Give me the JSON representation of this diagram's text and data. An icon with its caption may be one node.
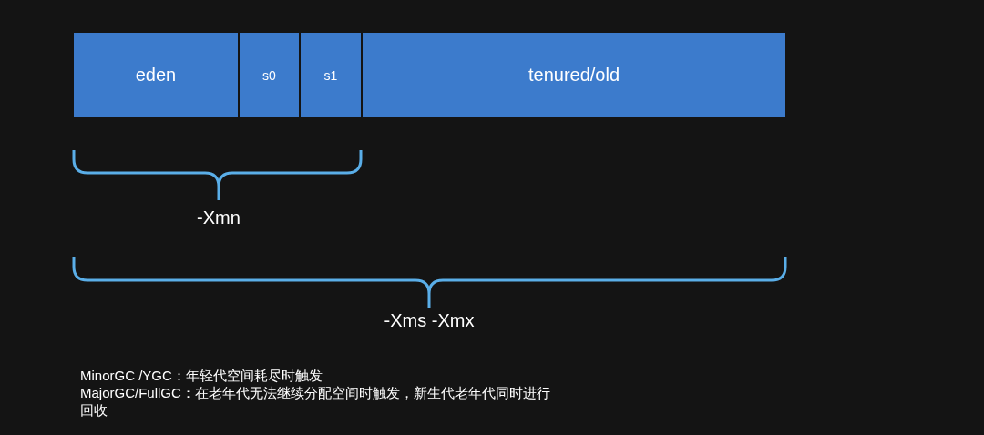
{
  "diagram": {
    "nodes": [
      {
        "text": [
          "eden"
        ]
      },
      {
        "text": [
          "s0"
        ]
      },
      {
        "text": [
          "s1"
        ]
      },
      {
        "text": [
          "tenured/old"
        ]
      }
    ],
    "labels": [
      "-Xmn",
      "-Xms -Xmx",
      "MinorGC /YGC：年轻代空间耗尽时触发",
      "MajorGC/FullGC：在老年代无法继续分配空间时触发，新生代老年代同时进行回收"
    ]
  }
}
